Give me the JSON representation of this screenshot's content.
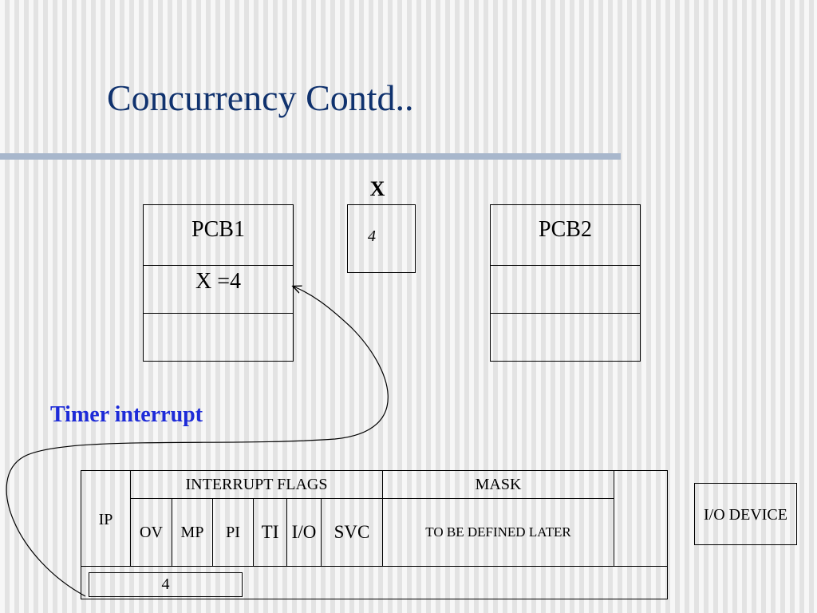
{
  "title": "Concurrency Contd..",
  "pcb1": {
    "label": "PCB1",
    "row2": "X =4",
    "row3": ""
  },
  "pcb2": {
    "label": "PCB2",
    "row2": "",
    "row3": ""
  },
  "variable": {
    "name": "X",
    "value": "4"
  },
  "timer_label": "Timer interrupt",
  "register": {
    "ip_label": "IP",
    "interrupt_flags_label": "INTERRUPT FLAGS",
    "mask_label": "MASK",
    "flags": [
      "OV",
      "MP",
      "PI",
      "TI",
      "I/O",
      "SVC"
    ],
    "mask_value": "TO BE DEFINED LATER",
    "ip_value": "4"
  },
  "io_device": "I/O DEVICE",
  "colors": {
    "title": "#10326e",
    "timer": "#1d2bd8",
    "rule": "#a8b7cc"
  }
}
